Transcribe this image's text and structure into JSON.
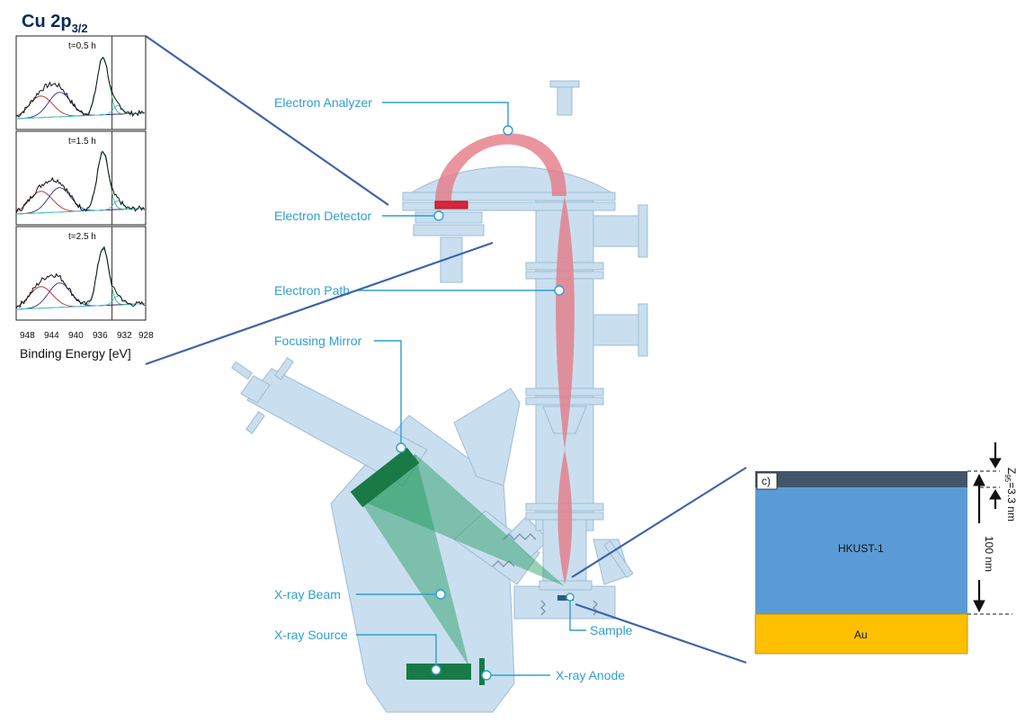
{
  "labels": {
    "electron_analyzer": "Electron Analyzer",
    "electron_detector": "Electron Detector",
    "electron_path": "Electron Path",
    "focusing_mirror": "Focusing Mirror",
    "xray_beam": "X-ray Beam",
    "xray_source": "X-ray Source",
    "sample": "Sample",
    "xray_anode": "X-ray Anode"
  },
  "spectra": {
    "title_main": "Cu 2p",
    "title_sub": "3/2",
    "panels": [
      {
        "time": "t=0.5 h"
      },
      {
        "time": "t=1.5 h"
      },
      {
        "time": "t=2.5 h"
      }
    ],
    "x_ticks": [
      "948",
      "944",
      "940",
      "936",
      "932",
      "928"
    ],
    "x_axis_title": "Binding Energy [eV]"
  },
  "layers": {
    "panel_label": "c)",
    "hkust": "HKUST-1",
    "au": "Au",
    "z95_prefix": "Z",
    "z95_sub": "95",
    "z95_value": "=3.3 nm",
    "thickness": "100 nm"
  },
  "colors": {
    "chamber": "#c9dfef",
    "chamber_stroke": "#9dbcd6",
    "electron_beam": "#e57b86",
    "xray_beam": "#1f9a5a",
    "mirror": "#1a7a46",
    "label": "#2e9fd0",
    "zoom_line": "#3f63a8",
    "hkust": "#5b9bd5",
    "top_layer": "#44546a",
    "au": "#ffc000"
  }
}
